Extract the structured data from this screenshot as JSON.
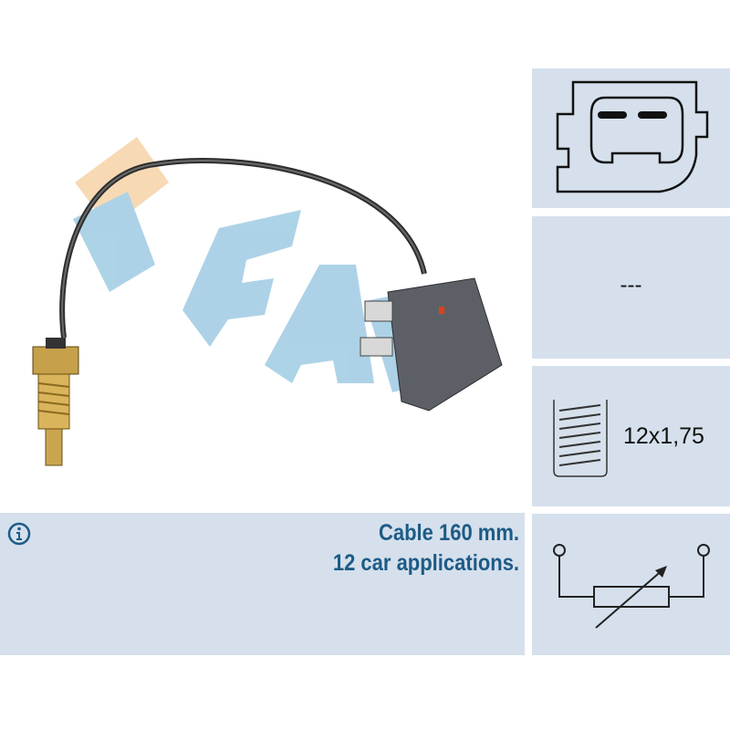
{
  "brand": {
    "logo_text": "FAE",
    "accent": "#1d5b86",
    "panel_bg": "#d5e0ec"
  },
  "specs": {
    "connector_icon": "connector-2-pin-icon",
    "second_value": "---",
    "thread_icon": "thread-icon",
    "thread_size": "12x1,75",
    "circuit_icon": "variable-resistor-icon"
  },
  "info": {
    "icon": "info-icon",
    "lines": [
      "Cable 160 mm.",
      "12 car applications."
    ]
  }
}
